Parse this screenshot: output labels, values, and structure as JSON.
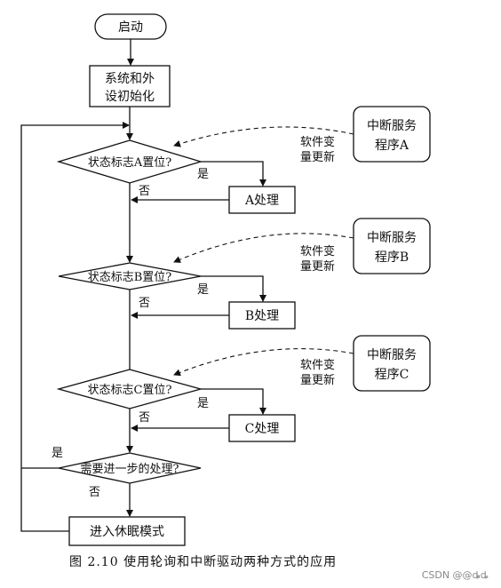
{
  "diagram": {
    "start": "启动",
    "init": [
      "系统和外",
      "设初始化"
    ],
    "decisions": [
      "状态标志A置位?",
      "状态标志B置位?",
      "状态标志C置位?"
    ],
    "process": [
      "A处理",
      "B处理",
      "C处理"
    ],
    "isr": [
      [
        "中断服务",
        "程序A"
      ],
      [
        "中断服务",
        "程序B"
      ],
      [
        "中断服务",
        "程序C"
      ]
    ],
    "soft_update": [
      "软件变",
      "量更新"
    ],
    "final_decision": "需要进一步的处理?",
    "sleep": "进入休眠模式",
    "yes": "是",
    "no": "否"
  },
  "caption": "图 2.10   使用轮询和中断驱动两种方式的应用",
  "watermark": "CSDN @@ȡ̵ȡ"
}
